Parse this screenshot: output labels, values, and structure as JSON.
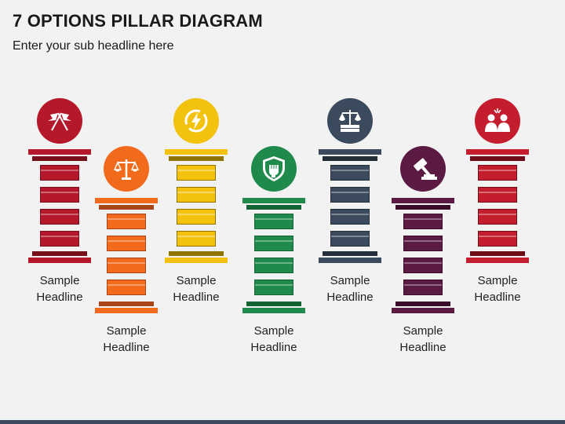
{
  "title": "7 OPTIONS PILLAR DIAGRAM",
  "subtitle": "Enter your sub headline here",
  "pillars": [
    {
      "label_line1": "Sample",
      "label_line2": "Headline",
      "color": "#b5182b",
      "dark": "#7a0f1c",
      "icon": "racing-flags-icon"
    },
    {
      "label_line1": "Sample",
      "label_line2": "Headline",
      "color": "#f26b1d",
      "dark": "#a8461a",
      "icon": "balance-scale-icon"
    },
    {
      "label_line1": "Sample",
      "label_line2": "Headline",
      "color": "#f2c20f",
      "dark": "#8f7400",
      "icon": "lightning-icon"
    },
    {
      "label_line1": "Sample",
      "label_line2": "Headline",
      "color": "#1f8a4c",
      "dark": "#136334",
      "icon": "fist-shield-icon"
    },
    {
      "label_line1": "Sample",
      "label_line2": "Headline",
      "color": "#3b4a5c",
      "dark": "#242e3a",
      "icon": "scale-book-icon"
    },
    {
      "label_line1": "Sample",
      "label_line2": "Headline",
      "color": "#5a1a42",
      "dark": "#3a0d2a",
      "icon": "gavel-icon"
    },
    {
      "label_line1": "Sample",
      "label_line2": "Headline",
      "color": "#c41e2e",
      "dark": "#6e0d17",
      "icon": "argument-people-icon"
    }
  ]
}
